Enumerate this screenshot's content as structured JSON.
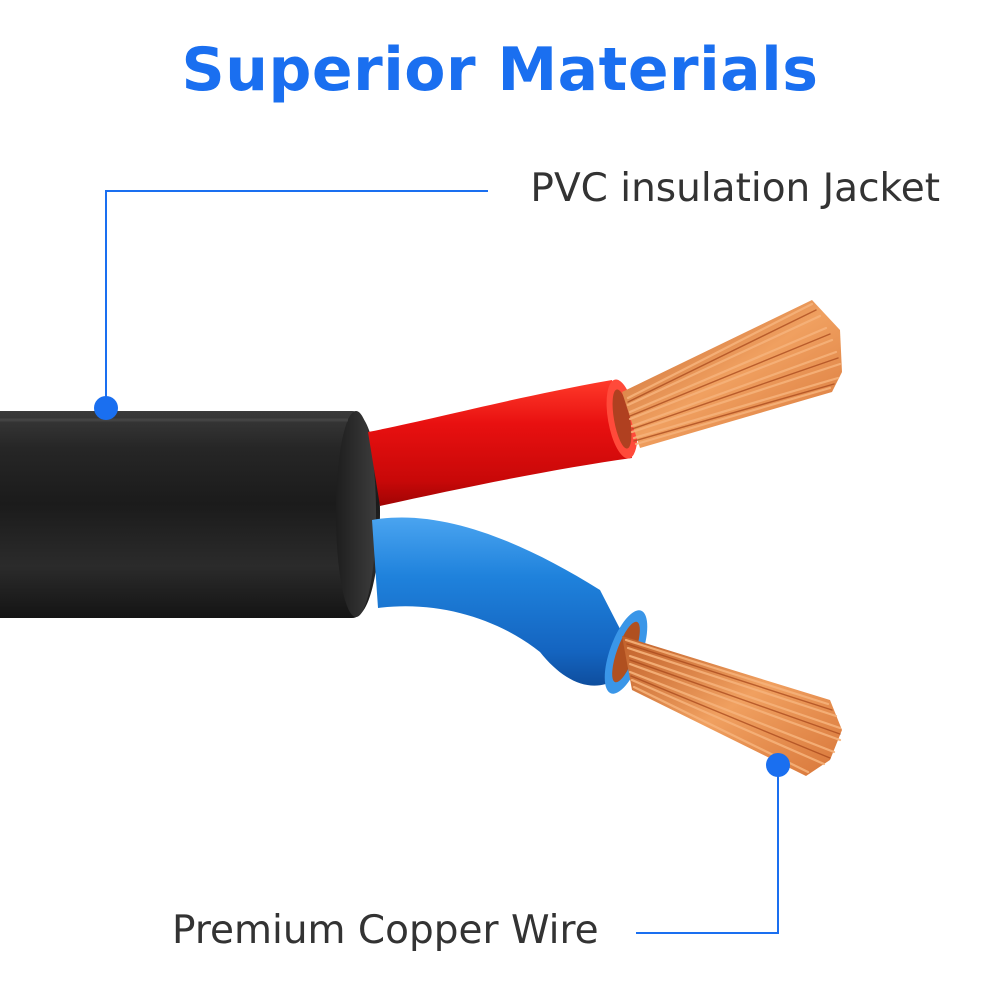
{
  "title": "Superior Materials",
  "callouts": {
    "jacket": "PVC insulation Jacket",
    "copper": "Premium Copper Wire"
  },
  "colors": {
    "title": "#1a6ff0",
    "label_text": "#333333",
    "leader_line": "#1a6ff0",
    "cable_jacket": "#2a2a2a",
    "red_core": "#e01010",
    "blue_core": "#1f7fd8",
    "copper": "#e0884a"
  },
  "icons": {
    "cable": "two-core-cable-illustration"
  }
}
